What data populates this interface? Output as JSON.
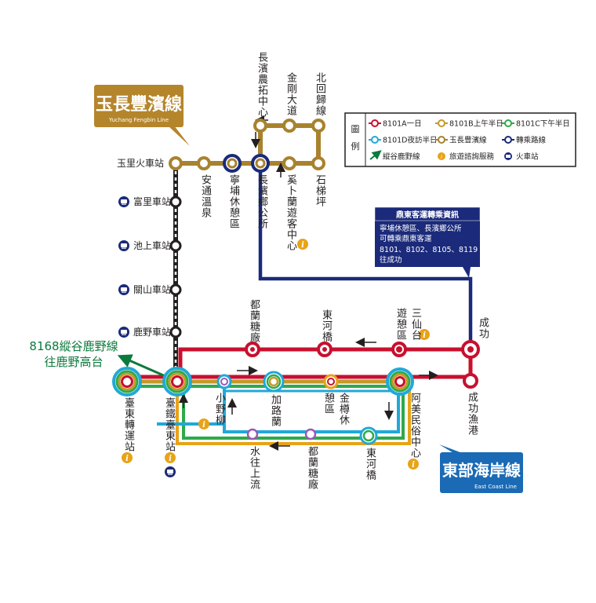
{
  "colors": {
    "line_8101A": "#c8102e",
    "line_8101B": "#c6982a",
    "line_8101C": "#2eaa4a",
    "line_8101D": "#21a8d8",
    "line_yuchang": "#a8822e",
    "line_transfer": "#1b2a7a",
    "line_rail": "#231f20",
    "line_8168": "#0c7a3c",
    "banner_yuchang": "#b5852c",
    "banner_east": "#1a6ab5"
  },
  "banners": {
    "yuchang_title": "玉長豐濱線",
    "yuchang_en": "Yuchang Fengbin Line",
    "east_title": "東部海岸線",
    "east_en": "East Coast Line"
  },
  "legend": {
    "heading": "圖例",
    "items": [
      {
        "label": "8101A一日",
        "color": "#c8102e",
        "kind": "station"
      },
      {
        "label": "8101B上午半日",
        "color": "#c6982a",
        "kind": "station"
      },
      {
        "label": "8101C下午半日",
        "color": "#2eaa4a",
        "kind": "station"
      },
      {
        "label": "8101D夜訪半日",
        "color": "#21a8d8",
        "kind": "station"
      },
      {
        "label": "玉長豐濱線",
        "color": "#a8822e",
        "kind": "station"
      },
      {
        "label": "轉乘路線",
        "color": "#1b2a7a",
        "kind": "station"
      },
      {
        "label": "縱谷鹿野線",
        "color": "#0c7a3c",
        "kind": "arrow"
      },
      {
        "label": "旅遊諮詢服務",
        "color": "#e8a317",
        "kind": "info"
      },
      {
        "label": "火車站",
        "color": "#1b2a7a",
        "kind": "train"
      }
    ]
  },
  "transfer_box": {
    "title": "鼎東客運轉乘資訊",
    "lines": [
      "寧埔休憩區、長濱鄉公所",
      "可轉乘鼎東客運",
      "8101、8102、8105、8119",
      "往成功"
    ]
  },
  "branch_label": {
    "line1": "8168縱谷鹿野線",
    "line2": "往鹿野高台"
  },
  "stations": {
    "yuli": "玉里火車站",
    "fuli": "富里車站",
    "chishang": "池上車站",
    "guanshan": "關山車站",
    "luye": "鹿野車站",
    "antong": "安通溫泉",
    "ningpu": "寧埔休憩區",
    "changbin": "長濱鄉公所",
    "baxian_top": "長濱農拓中心",
    "jingang": "金剛大道",
    "beihuigui": "北回歸線",
    "xiabulan": "奚卜蘭遊客中心",
    "shitiping": "石梯坪",
    "dulan_sugar_top": "都蘭糖廠",
    "donghe_top": "東河橋",
    "sanxiantai": "三仙台遊憩區",
    "chenggong": "成功",
    "chenggong_port": "成功漁港",
    "taitung_transfer": "臺東轉運站",
    "taitung_rail": "臺鐵臺東站",
    "xiaoyeliu": "小野柳",
    "jialulan": "加路蘭",
    "jinzun": "金樽休憩區",
    "amis": "阿美民俗中心",
    "shuiwang": "水往上流",
    "dulan_sugar_bottom": "都蘭糖廠",
    "donghe_bottom": "東河橋"
  }
}
